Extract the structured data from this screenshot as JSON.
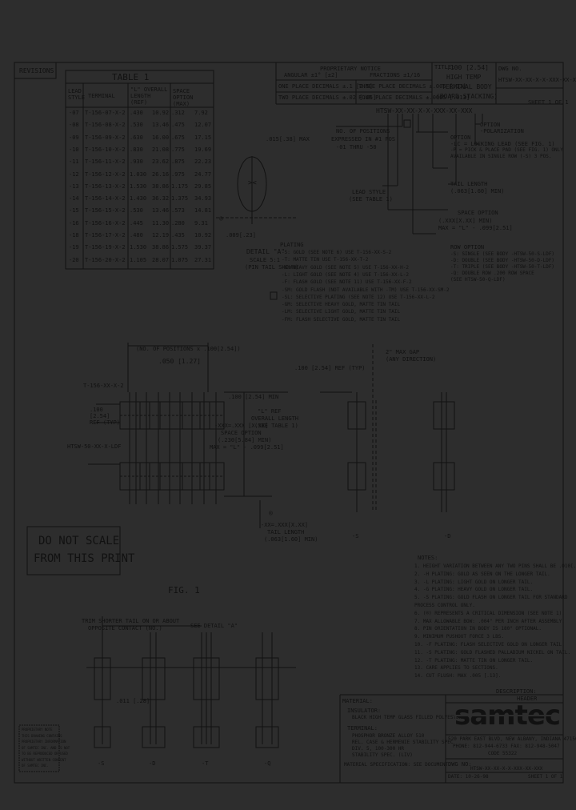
{
  "revisions": "REVISIONS",
  "table1": {
    "title": "TABLE 1",
    "headers": [
      "LEAD STYLE",
      "TERMINAL",
      "\"L\" OVERALL LENGTH (REF)",
      "SPACE OPTION (MAX)"
    ],
    "rows": [
      [
        "-07",
        "T-156-07-X-2",
        ".430",
        "10.92",
        ".312",
        "7.92"
      ],
      [
        "-08",
        "T-156-08-X-2",
        ".530",
        "13.46",
        ".475",
        "12.07"
      ],
      [
        "-09",
        "T-156-09-X-2",
        ".630",
        "16.00",
        ".675",
        "17.15"
      ],
      [
        "-10",
        "T-156-10-X-2",
        ".830",
        "21.08",
        ".775",
        "19.69"
      ],
      [
        "-11",
        "T-156-11-X-2",
        ".930",
        "23.62",
        ".875",
        "22.23"
      ],
      [
        "-12",
        "T-156-12-X-2",
        "1.030",
        "26.16",
        ".975",
        "24.77"
      ],
      [
        "-13",
        "T-156-13-X-2",
        "1.530",
        "38.86",
        "1.175",
        "29.85"
      ],
      [
        "-14",
        "T-156-14-X-2",
        "1.430",
        "36.32",
        "1.375",
        "34.93"
      ],
      [
        "-15",
        "T-156-15-X-2",
        ".530",
        "13.46",
        ".573",
        "14.81"
      ],
      [
        "-16",
        "T-156-16-X-2",
        ".445",
        "11.30",
        ".280",
        "9.31"
      ],
      [
        "-18",
        "T-156-17-X-2",
        ".480",
        "12.19",
        ".435",
        "10.92"
      ],
      [
        "-19",
        "T-156-19-X-2",
        "1.530",
        "38.86",
        "1.575",
        "39.37"
      ],
      [
        "-20",
        "T-156-20-X-2",
        "1.105",
        "28.07",
        "1.075",
        "27.31"
      ]
    ]
  },
  "tolerance": {
    "r1c1": "ONE PLACE DECIMALS ±.1 [2.5]",
    "r2c1": "TWO PLACE DECIMALS ±.02 [.05]",
    "r1c2": "THREE PLACE DECIMALS ±.005 [.13]",
    "r2c2": "FOUR PLACE DECIMALS ±.0005 [.013]",
    "hdr1": "PROPRIETARY NOTICE",
    "hdr2": "ANGULAR ±1° [±2]",
    "hdr3": "FRACTIONS ±1/16"
  },
  "titleblock": {
    "title_label": "TITLE:",
    "title_lines": [
      ".100 [2.54]",
      "HIGH TEMP",
      "TERMINAL BODY",
      "(BOARD STACKING)"
    ],
    "dwg_label": "DWG NO.",
    "dwg_no": "HTSW-XX-XX-X-X-XXX-XX-XXX",
    "sheet": "SHEET 1 OF 1"
  },
  "part_number": "HTSW-XX-XX-X-X-XXX-XX-XXX",
  "callouts": {
    "positions": [
      "NO. OF POSITIONS",
      "EXPRESSED IN #1 POS",
      "-01 THRU -50"
    ],
    "option": [
      "OPTION",
      "-POLARIZATION"
    ],
    "option2": [
      "OPTION",
      "-LC = LOCKING LEAD (SEE FIG. 1)",
      "-P = PICK & PLACE PAD (SEE FIG. 1) ONLY",
      "   AVAILABLE IN SINGLE ROW (-S) 3 POS."
    ],
    "tail": [
      "TAIL LENGTH",
      "(.063[1.60] MIN)"
    ],
    "space": [
      "SPACE OPTION",
      "(.XXX[X.XX] MIN)",
      "MAX = \"L\" - .099[2.51]"
    ],
    "row": [
      "ROW OPTION",
      "-S: SINGLE (SEE BODY -HTSW-50-S-LDF)",
      "-D: DOUBLE (SEE BODY -HTSW-50-D-LDF)",
      "-T: TRIPLE (SEE BODY -HTSW-50-T-LDF)",
      "-Q: DOUBLE ROW .200 ROW SPACE",
      "   (SEE HTSW-50-Q-LDF)"
    ],
    "lead": [
      "LEAD STYLE",
      "(SEE TABLE 1)"
    ]
  },
  "plating": {
    "title": "PLATING",
    "lines": [
      "-S: GOLD (SEE NOTE 6) USE T-156-XX-S-2",
      "-T: MATTE TIN USE T-156-XX-T-2",
      "-G: HEAVY GOLD (SEE NOTE 5) USE T-156-XX-H-2",
      "-L: LIGHT GOLD (SEE NOTE 4) USE T-156-XX-L-2",
      "-F: FLASH GOLD (SEE NOTE 11) USE T-156-XX-F-2",
      "-SM: GOLD FLASH (NOT AVAILABLE WITH -TM) USE T-156-XX-SM-2",
      "-SL: SELECTIVE PLATING (SEE NOTE 12) USE T-156-XX-L-2",
      "-GM: SELECTIVE HEAVY GOLD, MATTE TIN TAIL",
      "-LM: SELECTIVE LIGHT GOLD, MATTE TIN TAIL",
      "-FM: FLASH SELECTIVE GOLD, MATTE TIN TAIL"
    ]
  },
  "detail": {
    "title": "DETAIL \"A\"",
    "sub1": "SCALE 5:1",
    "sub2": "(PIN TAIL SHOWN)",
    "dim_max": ".015[.38] MAX",
    "dim_ref": ".009[.23]"
  },
  "fig1": {
    "positions_note": "(NO. OF POSITIONS x .100[2.54])",
    "dim1": ".050 [1.27]",
    "term": "T-156-XX-X-2",
    "dim_row": ".100 [2.54] REF (TYP)",
    "body": "HTSW-50-XX-X-LDF",
    "dim_tail_min": ".100 [2.54] MIN",
    "space_opt": [
      "-XXX=.XXX [X.XX]",
      "SPACE OPTION",
      "(.230[5.84] MIN)",
      "MAX = \"L\" - .099[2.51]"
    ],
    "overall": [
      "\"L\" REF",
      "OVERALL LENGTH",
      "(SEE TABLE 1)"
    ],
    "tail": [
      "-XX=.XXX[X.XX]",
      "TAIL LENGTH",
      "(.063[1.60] MIN)"
    ],
    "ref_dim": ".100 [2.54] REF (TYP)",
    "gap": [
      "2\" MAX GAP",
      "(ANY DIRECTION)"
    ],
    "label": "FIG. 1",
    "label_s": "-S",
    "label_d": "-D"
  },
  "do_not_scale": [
    "DO NOT SCALE",
    "FROM THIS PRINT"
  ],
  "bottom": {
    "trim_note": [
      "TRIM SHORTER TAIL ON OR ABOUT",
      "OPPOSITE CONTACT (NO.)"
    ],
    "see_detail": "SEE DETAIL \"A\"",
    "dim": ".011 [.28]",
    "labels": [
      "-S",
      "-D",
      "-T",
      "-Q"
    ]
  },
  "notes": {
    "title": "NOTES:",
    "lines": [
      "1. HEIGHT VARIATION BETWEEN ANY TWO PINS SHALL BE .010[.25] MAX.",
      "2. -H PLATING: GOLD AS SEEN ON THE LONGER TAIL.",
      "3. -L PLATING: LIGHT GOLD ON LONGER TAIL.",
      "4. -G PLATING: HEAVY GOLD ON LONGER TAIL.",
      "5. -S PLATING: GOLD FLASH ON LONGER TAIL FOR STANDARD",
      "   PROCESS CONTROL ONLY.",
      "6. (®) REPRESENTS A CRITICAL DIMENSION (SEE NOTE 1).",
      "7. MAX ALLOWABLE BOW: .004\" PER INCH AFTER ASSEMBLY.",
      "8. PIN ORIENTATION IN BODY IS 180° OPTIONAL.",
      "9. MINIMUM PUSHOUT FORCE 3 LBS.",
      "10. -F PLATING: FLASH SELECTIVE GOLD ON LONGER TAIL.",
      "11. -S PLATING: GOLD FLASHED PALLADIUM NICKEL ON TAIL.",
      "12. -T PLATING: MATTE TIN ON LONGER TAIL.",
      "13. CARE APPLIES TO SECTIONS.",
      "14. CUT FLUSH: MAX .005 [.13]."
    ]
  },
  "material": {
    "title": "MATERIAL:",
    "insulator": "INSULATOR:",
    "insulator_val": "BLACK HIGH TEMP GLASS FILLED POLYESTER",
    "terminal": "TERMINAL:",
    "terminal_lines": [
      "PHOSPHOR BRONZE ALLOY 510",
      "REL. CASE & HERMENIE STABILITY SPEC",
      "DIV. 5, 100-300 HR",
      "STABILITY SPEC. (LIV)"
    ],
    "spec": "MATERIAL SPECIFICATION: SEE DOCUMENT"
  },
  "samtec": {
    "logo": "samtec",
    "addr": [
      "520 PARK EAST BLVD, NEW ALBANY, INDIANA 47150",
      "PHONE: 812-944-6733  FAX: 812-948-5047",
      "CODE 55322"
    ],
    "descr_title": "DESCRIPTION:",
    "descr": "HEADER",
    "dwg_label": "DWG NO:",
    "dwg": "HTSW-XX-XX-X-X-XXX-XX-XXX",
    "date": "DATE: 10-26-98",
    "sheet": "SHEET 1 OF 1"
  },
  "stamp": [
    "PROPRIETARY NOTE",
    "THIS DRAWING CONTAINS",
    "PROPRIETARY INFORMATION",
    "OF SAMTEC INC. AND IS NOT",
    "TO BE REPRODUCED OR USED",
    "WITHOUT WRITTEN CONSENT",
    "OF SAMTEC INC."
  ]
}
